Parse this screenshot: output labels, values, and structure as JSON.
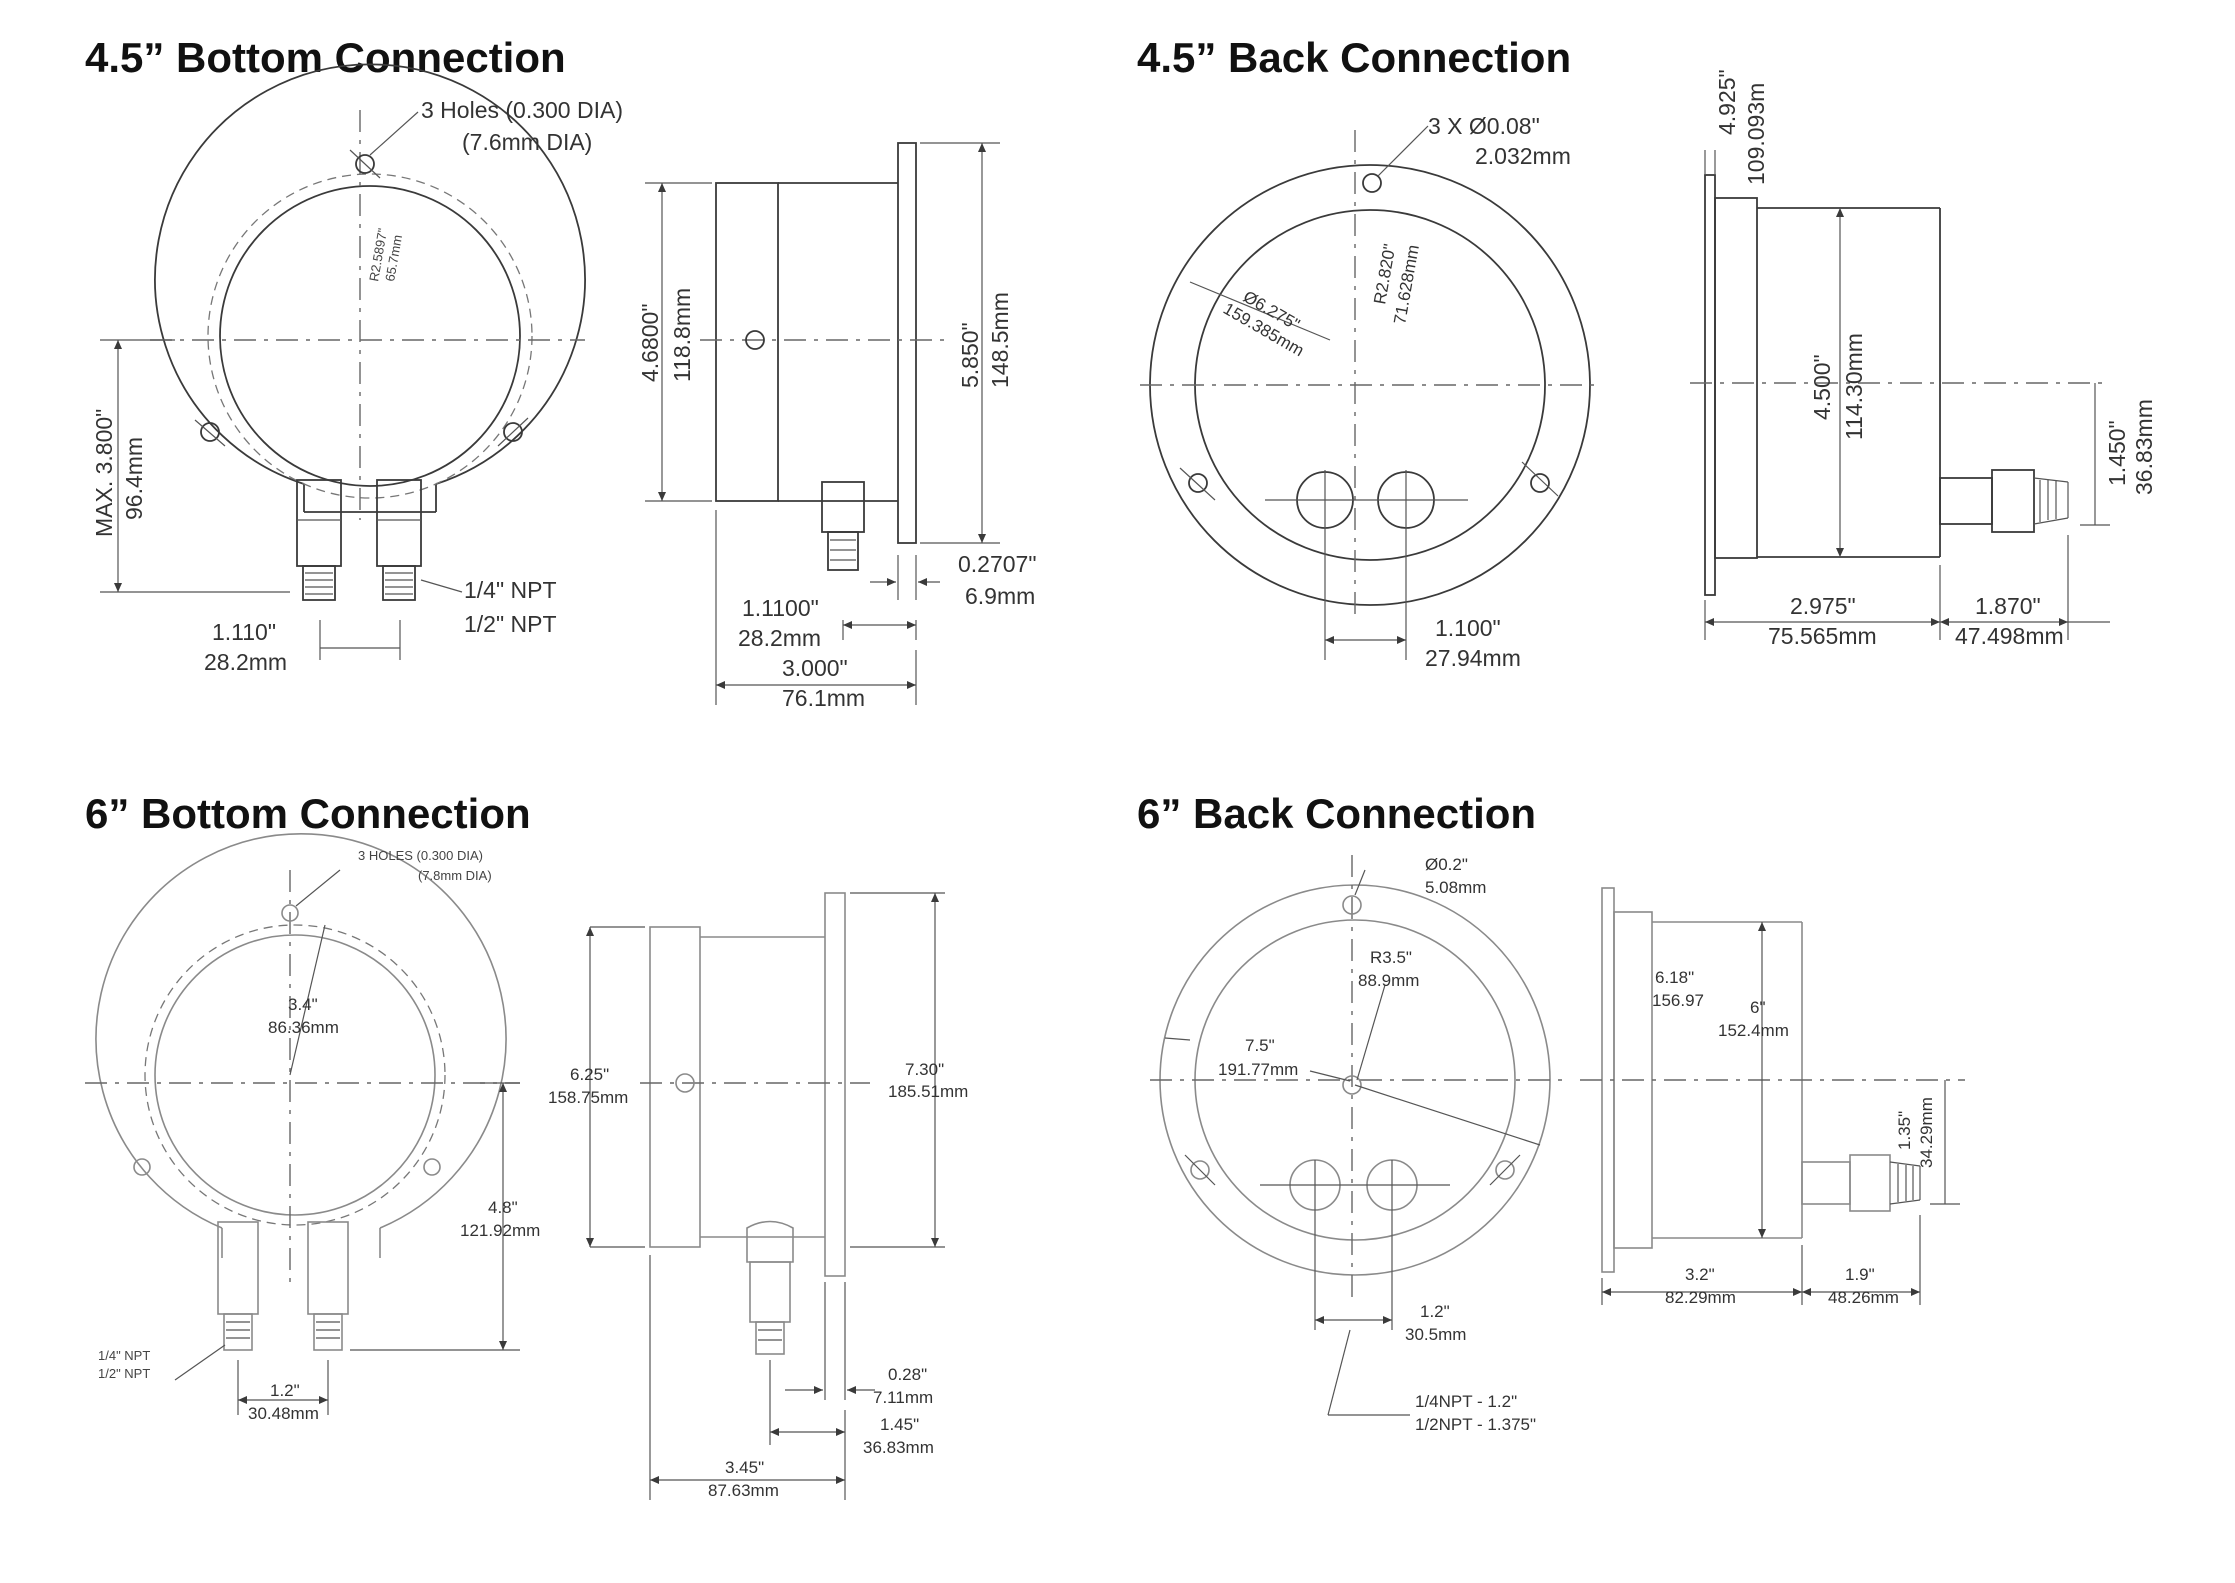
{
  "panels": [
    {
      "title": "4.5” Bottom Connection",
      "labels": {
        "holes_1": "3 Holes (0.300 DIA)",
        "holes_2": "(7.6mm DIA)",
        "radius_in": "R2.5897\"",
        "radius_mm": "65.7mm",
        "max_in": "MAX. 3.800\"",
        "max_mm": "96.4mm",
        "npt_1": "1/4\" NPT",
        "npt_2": "1/2\" NPT",
        "spacing_in": "1.110\"",
        "spacing_mm": "28.2mm",
        "side_h_in": "4.6800\"",
        "side_h_mm": "118.8mm",
        "flange_in": "5.850\"",
        "flange_mm": "148.5mm",
        "flange_t_in": "0.2707\"",
        "flange_t_mm": "6.9mm",
        "port_in": "1.1100\"",
        "port_mm": "28.2mm",
        "depth_in": "3.000\"",
        "depth_mm": "76.1mm"
      }
    },
    {
      "title": "4.5” Back Connection",
      "labels": {
        "holes_in": "3 X Ø0.08\"",
        "holes_mm": "2.032mm",
        "radius_in": "R2.820\"",
        "radius_mm": "71.628mm",
        "dia_in": "Ø6.275\"",
        "dia_mm": "159.385mm",
        "spacing_in": "1.100\"",
        "spacing_mm": "27.94mm",
        "flange_in": "4.925\"",
        "flange_mm": "109.093m",
        "case_in": "4.500\"",
        "case_mm": "114.30mm",
        "port_h_in": "1.450\"",
        "port_h_mm": "36.83mm",
        "depth_in": "2.975\"",
        "depth_mm": "75.565mm",
        "stem_in": "1.870\"",
        "stem_mm": "47.498mm"
      }
    },
    {
      "title": "6” Bottom Connection",
      "labels": {
        "holes_1": "3 HOLES (0.300 DIA)",
        "holes_2": "(7.8mm DIA)",
        "radius_in": "3.4\"",
        "radius_mm": "86.36mm",
        "height_in": "4.8\"",
        "height_mm": "121.92mm",
        "npt_1": "1/4\" NPT",
        "npt_2": "1/2\" NPT",
        "spacing_in": "1.2\"",
        "spacing_mm": "30.48mm",
        "side_h_in": "6.25\"",
        "side_h_mm": "158.75mm",
        "flange_in": "7.30\"",
        "flange_mm": "185.51mm",
        "flange_t_in": "0.28\"",
        "flange_t_mm": "7.11mm",
        "port_in": "1.45\"",
        "port_mm": "36.83mm",
        "depth_in": "3.45\"",
        "depth_mm": "87.63mm"
      }
    },
    {
      "title": "6” Back Connection",
      "labels": {
        "hole_in": "Ø0.2\"",
        "hole_mm": "5.08mm",
        "radius_in": "R3.5\"",
        "radius_mm": "88.9mm",
        "dia_in": "7.5\"",
        "dia_mm": "191.77mm",
        "spacing_in": "1.2\"",
        "spacing_mm": "30.5mm",
        "npt_1": "1/4NPT - 1.2\"",
        "npt_2": "1/2NPT - 1.375\"",
        "flange_in": "6.18\"",
        "flange_mm": "156.97",
        "case_in": "6\"",
        "case_mm": "152.4mm",
        "port_h_in": "1.35\"",
        "port_h_mm": "34.29mm",
        "depth_in": "3.2\"",
        "depth_mm": "82.29mm",
        "stem_in": "1.9\"",
        "stem_mm": "48.26mm"
      }
    }
  ]
}
